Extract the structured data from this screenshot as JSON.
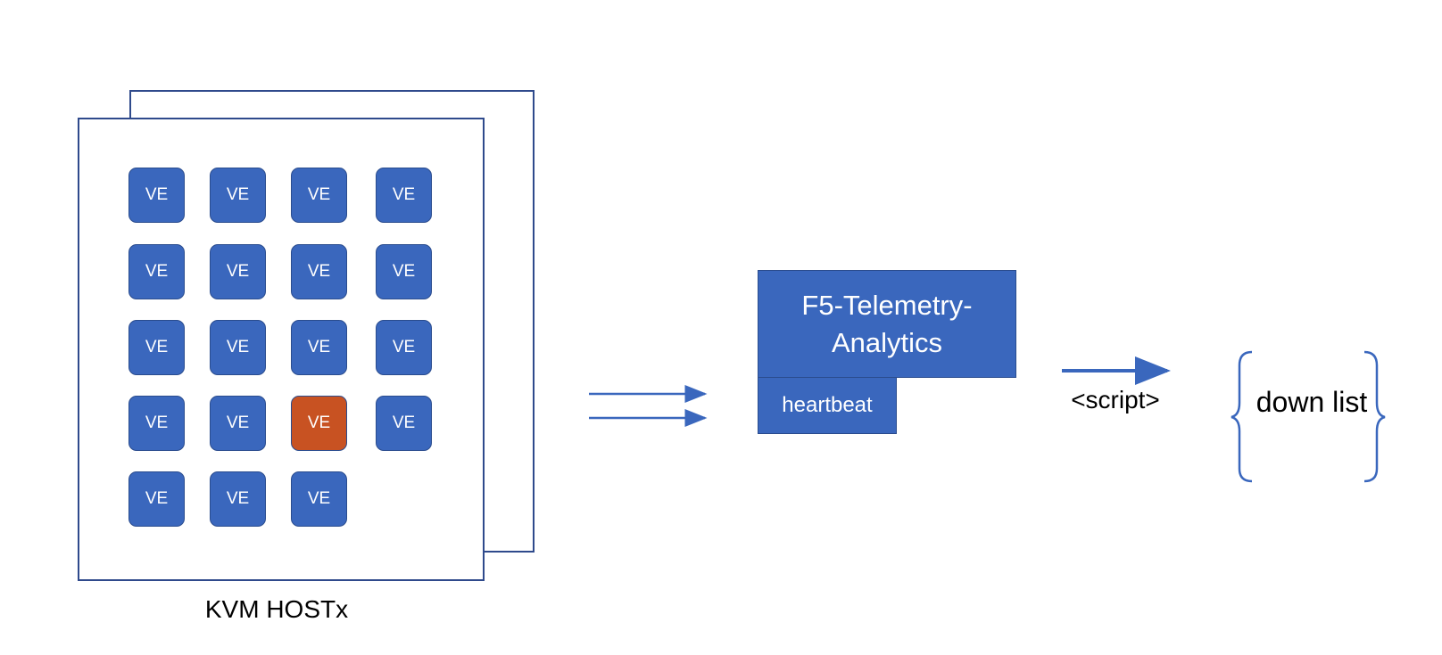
{
  "host": {
    "label": "KVM HOSTx",
    "ve_label": "VE",
    "ve_color": "#3A67BD",
    "ve_down_color": "#C85222",
    "ve_rows": [
      [
        "up",
        "up",
        "up",
        "up"
      ],
      [
        "up",
        "up",
        "up",
        "up"
      ],
      [
        "up",
        "up",
        "up",
        "up"
      ],
      [
        "up",
        "up",
        "down",
        "up"
      ],
      [
        "up",
        "up",
        "up"
      ]
    ]
  },
  "telemetry": {
    "title": "F5-Telemetry-Analytics",
    "heartbeat": "heartbeat",
    "color": "#3A67BD"
  },
  "script": {
    "label": "<script>"
  },
  "output": {
    "label": "down list"
  },
  "accent_color": "#3A67BD"
}
